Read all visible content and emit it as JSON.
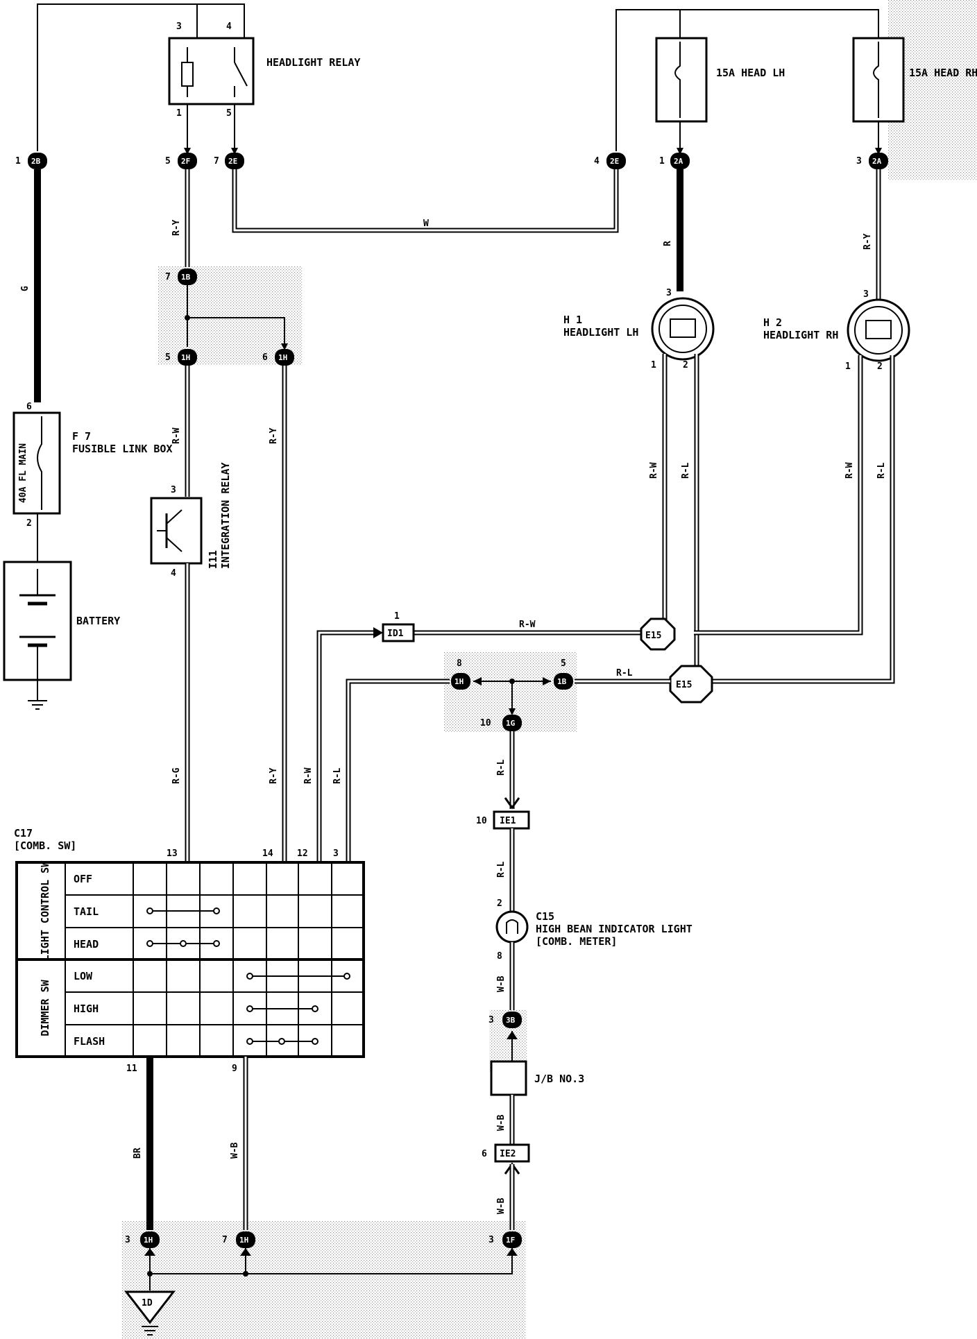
{
  "components": {
    "headlight_relay": {
      "label": "HEADLIGHT RELAY",
      "pins": [
        "3",
        "4",
        "1",
        "5"
      ]
    },
    "fuse_head_lh": {
      "label": "15A HEAD LH"
    },
    "fuse_head_rh": {
      "label": "15A HEAD RH"
    },
    "fusible_link": {
      "ref": "F 7",
      "label": "FUSIBLE LINK BOX",
      "rating": "40A FL MAIN",
      "pins": [
        "6",
        "2"
      ]
    },
    "battery": {
      "label": "BATTERY"
    },
    "integration_relay": {
      "ref": "I11",
      "label": "INTEGRATION RELAY",
      "pins": [
        "3",
        "4"
      ]
    },
    "headlight_lh": {
      "ref": "H 1",
      "label": "HEADLIGHT LH",
      "pins": [
        "3",
        "1",
        "2"
      ]
    },
    "headlight_rh": {
      "ref": "H 2",
      "label": "HEADLIGHT RH",
      "pins": [
        "3",
        "1",
        "2"
      ]
    },
    "comb_sw": {
      "ref": "C17",
      "label": "[COMB. SW]",
      "pins": [
        "13",
        "14",
        "12",
        "3",
        "11",
        "9"
      ]
    },
    "indicator": {
      "ref": "C15",
      "label": "HIGH BEAN INDICATOR LIGHT",
      "sub": "[COMB. METER]",
      "pins": [
        "2",
        "8"
      ]
    },
    "jb3": {
      "label": "J/B NO.3"
    }
  },
  "switch_table": {
    "groups": [
      {
        "label": "LIGHT CONTROL SW",
        "rows": [
          "OFF",
          "TAIL",
          "HEAD"
        ]
      },
      {
        "label": "DIMMER SW",
        "rows": [
          "LOW",
          "HIGH",
          "FLASH"
        ]
      }
    ]
  },
  "connectors": {
    "c2B": {
      "pin": "1",
      "id": "2B"
    },
    "c2F": {
      "pin": "5",
      "id": "2F"
    },
    "c2E_left": {
      "pin": "7",
      "id": "2E"
    },
    "c2E_right": {
      "pin": "4",
      "id": "2E"
    },
    "c2A_lh": {
      "pin": "1",
      "id": "2A"
    },
    "c2A_rh": {
      "pin": "3",
      "id": "2A"
    },
    "c1B_top": {
      "pin": "7",
      "id": "1B"
    },
    "c1H_a": {
      "pin": "5",
      "id": "1H"
    },
    "c1H_b": {
      "pin": "6",
      "id": "1H"
    },
    "cID1": {
      "pin": "1",
      "id": "ID1"
    },
    "c1H_c": {
      "pin": "8",
      "id": "1H"
    },
    "c1B_mid": {
      "pin": "5",
      "id": "1B"
    },
    "c1G": {
      "pin": "10",
      "id": "1G"
    },
    "cIE1": {
      "pin": "10",
      "id": "IE1"
    },
    "c3B": {
      "pin": "3",
      "id": "3B"
    },
    "cIE2": {
      "pin": "6",
      "id": "IE2"
    },
    "c1H_d": {
      "pin": "3",
      "id": "1H"
    },
    "c1H_e": {
      "pin": "7",
      "id": "1H"
    },
    "c1F": {
      "pin": "3",
      "id": "1F"
    },
    "e15_a": {
      "id": "E15"
    },
    "e15_b": {
      "id": "E15"
    },
    "ground_1D": {
      "id": "1D"
    }
  },
  "wire_colors": {
    "g": "G",
    "ry_top": "R-Y",
    "w_top": "W",
    "r_lh": "R",
    "ry_rh": "R-Y",
    "rw_left": "R-W",
    "ry_left": "R-Y",
    "rw_lh": "R-W",
    "rl_lh": "R-L",
    "rw_rh": "R-W",
    "rl_rh": "R-L",
    "rw_id1": "R-W",
    "rl_e15": "R-L",
    "rg": "R-G",
    "ry_sw": "R-Y",
    "rw_sw": "R-W",
    "rl_sw": "R-L",
    "rl_ind1": "R-L",
    "rl_ind2": "R-L",
    "wb_ind": "W-B",
    "wb_jb": "W-B",
    "wb_ie2": "W-B",
    "br": "BR",
    "wb_sw": "W-B"
  }
}
